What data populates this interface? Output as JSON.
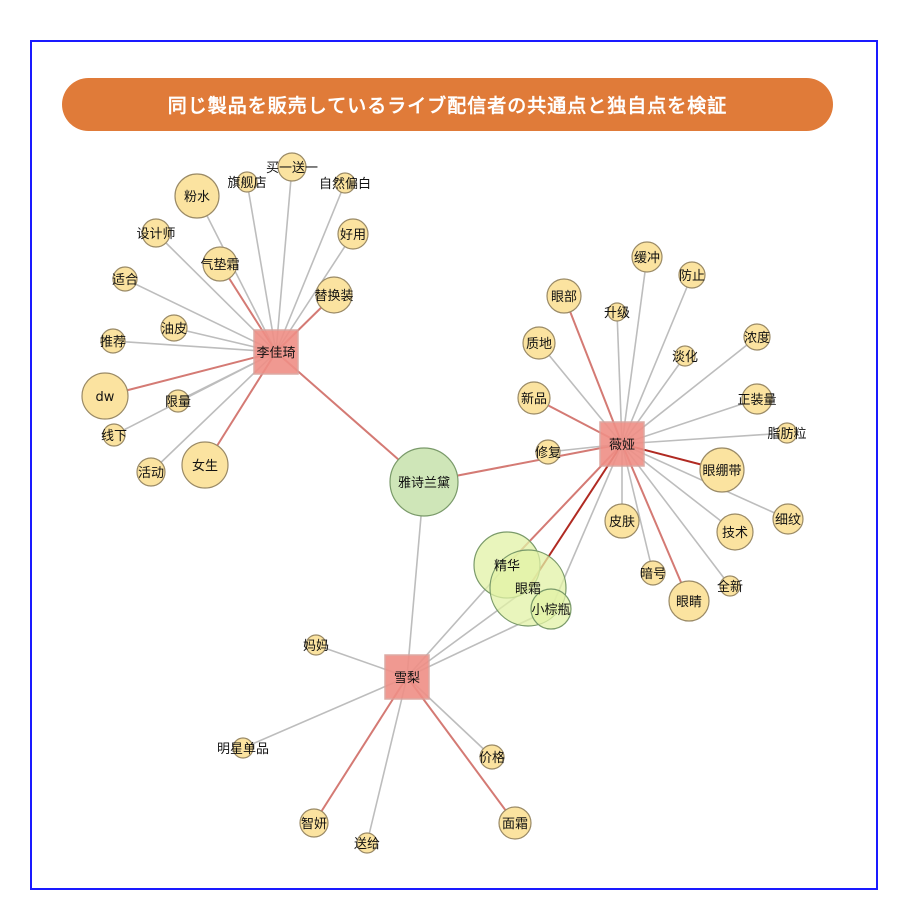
{
  "title": "同じ製品を販売しているライブ配信者の共通点と独自点を検証",
  "colors": {
    "accent": "#e07b39",
    "frame": "#1a1aff",
    "hub": "#ef8f86",
    "shared": "#cfe6b8",
    "shared_product": "#e2f2a6",
    "leaf": "#fbe3a0",
    "edge_normal": "#bdbdbd",
    "edge_strong": "#d47a74",
    "edge_strongest": "#b02a22"
  },
  "nodes": [
    {
      "id": "li",
      "label": "李佳琦",
      "type": "streamer"
    },
    {
      "id": "wy",
      "label": "薇娅",
      "type": "streamer"
    },
    {
      "id": "xl",
      "label": "雪梨",
      "type": "streamer"
    },
    {
      "id": "el",
      "label": "雅诗兰黛",
      "type": "brand"
    },
    {
      "id": "jh",
      "label": "精华",
      "type": "product"
    },
    {
      "id": "ys",
      "label": "眼霜",
      "type": "product"
    },
    {
      "id": "xzp",
      "label": "小棕瓶",
      "type": "product"
    },
    {
      "id": "l1",
      "label": "粉水",
      "type": "keyword"
    },
    {
      "id": "l2",
      "label": "旗舰店",
      "type": "keyword"
    },
    {
      "id": "l3",
      "label": "买一送一",
      "type": "keyword"
    },
    {
      "id": "l4",
      "label": "自然偏白",
      "type": "keyword"
    },
    {
      "id": "l5",
      "label": "好用",
      "type": "keyword"
    },
    {
      "id": "l6",
      "label": "替换装",
      "type": "keyword"
    },
    {
      "id": "l7",
      "label": "设计师",
      "type": "keyword"
    },
    {
      "id": "l8",
      "label": "气垫霜",
      "type": "keyword"
    },
    {
      "id": "l9",
      "label": "适合",
      "type": "keyword"
    },
    {
      "id": "l10",
      "label": "油皮",
      "type": "keyword"
    },
    {
      "id": "l11",
      "label": "推荐",
      "type": "keyword"
    },
    {
      "id": "l12",
      "label": "dw",
      "type": "keyword"
    },
    {
      "id": "l13",
      "label": "限量",
      "type": "keyword"
    },
    {
      "id": "l14",
      "label": "线下",
      "type": "keyword"
    },
    {
      "id": "l15",
      "label": "活动",
      "type": "keyword"
    },
    {
      "id": "l16",
      "label": "女生",
      "type": "keyword"
    },
    {
      "id": "w1",
      "label": "缓冲",
      "type": "keyword"
    },
    {
      "id": "w2",
      "label": "防止",
      "type": "keyword"
    },
    {
      "id": "w3",
      "label": "眼部",
      "type": "keyword"
    },
    {
      "id": "w4",
      "label": "升级",
      "type": "keyword"
    },
    {
      "id": "w5",
      "label": "质地",
      "type": "keyword"
    },
    {
      "id": "w6",
      "label": "浓度",
      "type": "keyword"
    },
    {
      "id": "w7",
      "label": "淡化",
      "type": "keyword"
    },
    {
      "id": "w8",
      "label": "新品",
      "type": "keyword"
    },
    {
      "id": "w9",
      "label": "正装量",
      "type": "keyword"
    },
    {
      "id": "w10",
      "label": "脂肪粒",
      "type": "keyword"
    },
    {
      "id": "w11",
      "label": "修复",
      "type": "keyword"
    },
    {
      "id": "w12",
      "label": "眼绷带",
      "type": "keyword"
    },
    {
      "id": "w13",
      "label": "细纹",
      "type": "keyword"
    },
    {
      "id": "w14",
      "label": "皮肤",
      "type": "keyword"
    },
    {
      "id": "w15",
      "label": "技术",
      "type": "keyword"
    },
    {
      "id": "w16",
      "label": "暗号",
      "type": "keyword"
    },
    {
      "id": "w17",
      "label": "全新",
      "type": "keyword"
    },
    {
      "id": "w18",
      "label": "眼睛",
      "type": "keyword"
    },
    {
      "id": "x1",
      "label": "妈妈",
      "type": "keyword"
    },
    {
      "id": "x2",
      "label": "明星单品",
      "type": "keyword"
    },
    {
      "id": "x3",
      "label": "价格",
      "type": "keyword"
    },
    {
      "id": "x4",
      "label": "智妍",
      "type": "keyword"
    },
    {
      "id": "x5",
      "label": "送给",
      "type": "keyword"
    },
    {
      "id": "x6",
      "label": "面霜",
      "type": "keyword"
    }
  ],
  "edges": [
    [
      "li",
      "el",
      "strong"
    ],
    [
      "wy",
      "el",
      "strong"
    ],
    [
      "xl",
      "el",
      "normal"
    ],
    [
      "wy",
      "jh",
      "strong"
    ],
    [
      "wy",
      "ys",
      "strongest"
    ],
    [
      "wy",
      "xzp",
      "normal"
    ],
    [
      "xl",
      "jh",
      "normal"
    ],
    [
      "xl",
      "ys",
      "normal"
    ],
    [
      "xl",
      "xzp",
      "normal"
    ],
    [
      "li",
      "l1",
      "normal"
    ],
    [
      "li",
      "l2",
      "normal"
    ],
    [
      "li",
      "l3",
      "normal"
    ],
    [
      "li",
      "l4",
      "normal"
    ],
    [
      "li",
      "l5",
      "normal"
    ],
    [
      "li",
      "l6",
      "strong"
    ],
    [
      "li",
      "l7",
      "normal"
    ],
    [
      "li",
      "l8",
      "strong"
    ],
    [
      "li",
      "l9",
      "normal"
    ],
    [
      "li",
      "l10",
      "normal"
    ],
    [
      "li",
      "l11",
      "normal"
    ],
    [
      "li",
      "l12",
      "strong"
    ],
    [
      "li",
      "l13",
      "normal"
    ],
    [
      "li",
      "l14",
      "normal"
    ],
    [
      "li",
      "l15",
      "normal"
    ],
    [
      "li",
      "l16",
      "strong"
    ],
    [
      "wy",
      "w1",
      "normal"
    ],
    [
      "wy",
      "w2",
      "normal"
    ],
    [
      "wy",
      "w3",
      "strong"
    ],
    [
      "wy",
      "w4",
      "normal"
    ],
    [
      "wy",
      "w5",
      "normal"
    ],
    [
      "wy",
      "w6",
      "normal"
    ],
    [
      "wy",
      "w7",
      "normal"
    ],
    [
      "wy",
      "w8",
      "strong"
    ],
    [
      "wy",
      "w9",
      "normal"
    ],
    [
      "wy",
      "w10",
      "normal"
    ],
    [
      "wy",
      "w11",
      "normal"
    ],
    [
      "wy",
      "w12",
      "strongest"
    ],
    [
      "wy",
      "w13",
      "normal"
    ],
    [
      "wy",
      "w14",
      "normal"
    ],
    [
      "wy",
      "w15",
      "normal"
    ],
    [
      "wy",
      "w16",
      "normal"
    ],
    [
      "wy",
      "w17",
      "normal"
    ],
    [
      "wy",
      "w18",
      "strong"
    ],
    [
      "xl",
      "x1",
      "normal"
    ],
    [
      "xl",
      "x2",
      "normal"
    ],
    [
      "xl",
      "x3",
      "normal"
    ],
    [
      "xl",
      "x4",
      "strong"
    ],
    [
      "xl",
      "x5",
      "normal"
    ],
    [
      "xl",
      "x6",
      "strong"
    ]
  ]
}
